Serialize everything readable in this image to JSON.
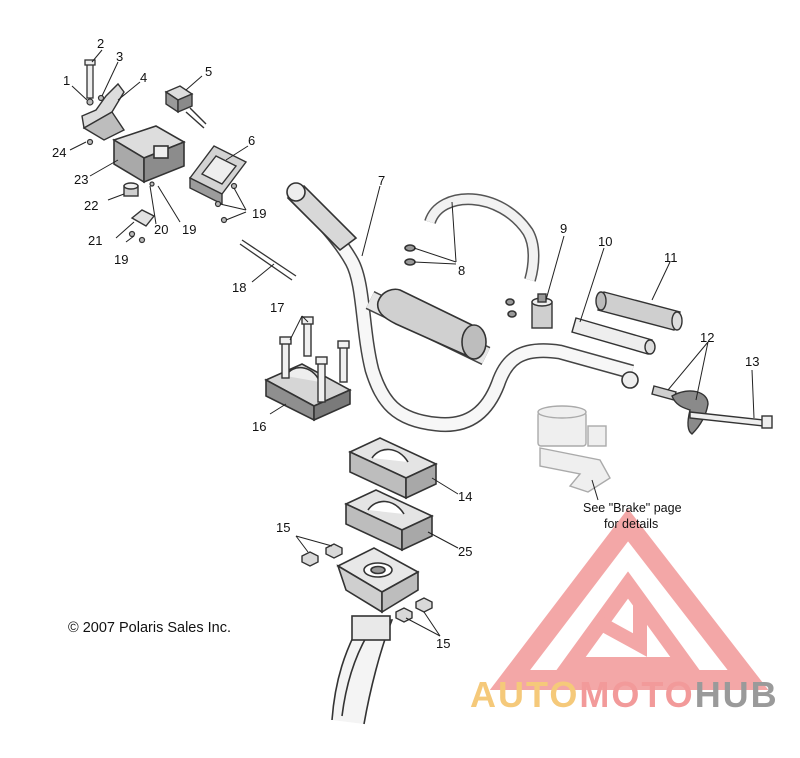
{
  "callouts": {
    "c1": "1",
    "c2": "2",
    "c3": "3",
    "c4": "4",
    "c5": "5",
    "c6": "6",
    "c7": "7",
    "c8": "8",
    "c9": "9",
    "c10": "10",
    "c11": "11",
    "c12": "12",
    "c13": "13",
    "c14": "14",
    "c15a": "15",
    "c15b": "15",
    "c16": "16",
    "c17": "17",
    "c18": "18",
    "c19a": "19",
    "c19b": "19",
    "c19c": "19",
    "c20": "20",
    "c21": "21",
    "c22": "22",
    "c23": "23",
    "c24": "24",
    "c25": "25"
  },
  "brake_note": {
    "line1": "See \"Brake\" page",
    "line2": "for details"
  },
  "copyright": "© 2007 Polaris Sales Inc.",
  "watermark": {
    "part1": "AUTO",
    "part2": "MOTO",
    "part3": "HUB",
    "colors": {
      "auto": "#f5c97a",
      "moto": "#f29a9a",
      "hub": "#9a9a9a",
      "logo": "#f08a8a"
    }
  }
}
